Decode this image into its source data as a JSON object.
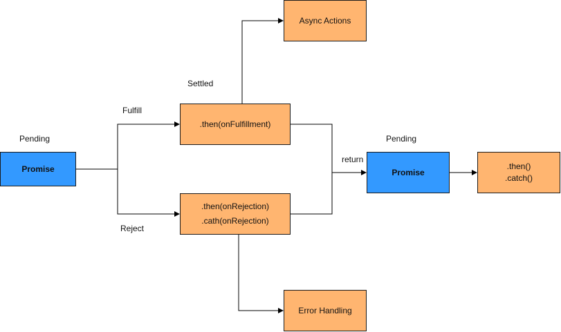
{
  "colors": {
    "process_fill": "#ffb570",
    "promise_fill": "#3399ff",
    "stroke": "#1a1a1a"
  },
  "nodes": {
    "promise_start": "Promise",
    "on_fulfillment": ".then(onFulfillment)",
    "on_rejection_line1": ".then(onRejection)",
    "on_rejection_line2": ".cath(onRejection)",
    "async_actions": "Async Actions",
    "error_handling": "Error Handling",
    "promise_end": "Promise",
    "chain_line1": ".then()",
    "chain_line2": ".catch()"
  },
  "labels": {
    "pending_left": "Pending",
    "settled": "Settled",
    "fulfill": "Fulfill",
    "reject": "Reject",
    "return": "return",
    "pending_right": "Pending"
  }
}
